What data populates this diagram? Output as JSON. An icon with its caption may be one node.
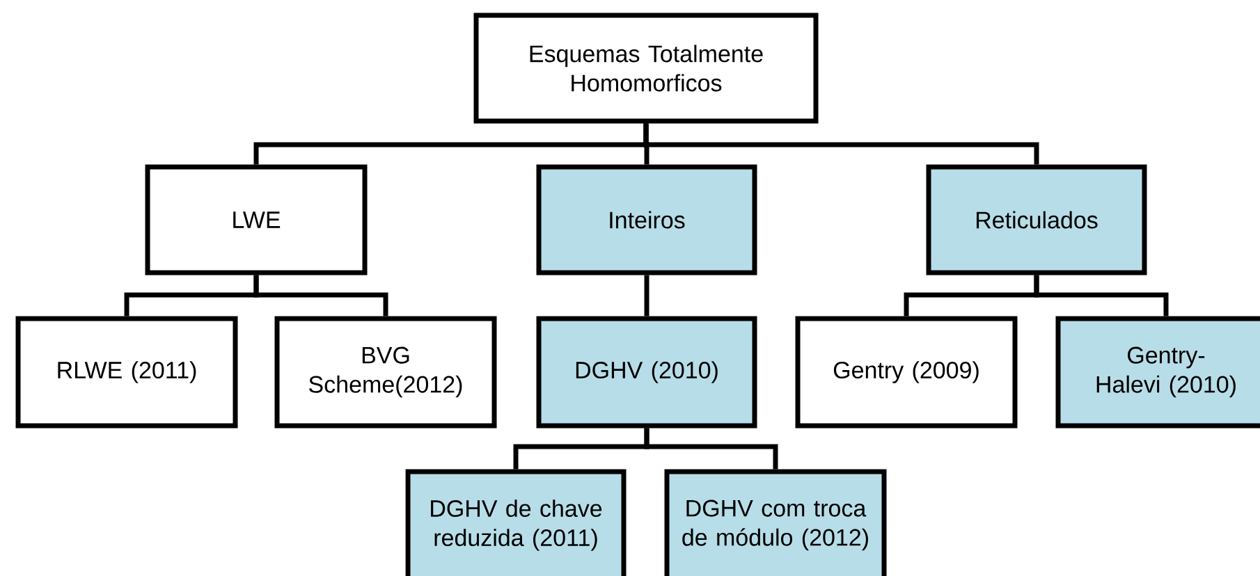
{
  "diagram": {
    "nodes": [
      {
        "text": [
          "Esquemas Totalmente Homomorficos"
        ]
      },
      {
        "text": [
          "LWE"
        ]
      },
      {
        "text": [
          "Inteiros"
        ]
      },
      {
        "text": [
          "Reticulados"
        ]
      },
      {
        "text": [
          "RLWE (2011)"
        ]
      },
      {
        "text": [
          "BVG Scheme(2012)"
        ]
      },
      {
        "text": [
          "DGHV (2010)"
        ]
      },
      {
        "text": [
          "Gentry (2009)"
        ]
      },
      {
        "text": [
          "Gentry-Halevi (2010)"
        ]
      },
      {
        "text": [
          "DGHV de chave reduzida (2011)"
        ]
      },
      {
        "text": [
          "DGHV com troca de módulo (2012)"
        ]
      }
    ],
    "edges": [
      {
        "from": 0,
        "to": 1,
        "arrow": "none"
      },
      {
        "from": 0,
        "to": 2,
        "arrow": "none"
      },
      {
        "from": 0,
        "to": 3,
        "arrow": "none"
      },
      {
        "from": 1,
        "to": 4,
        "arrow": "none"
      },
      {
        "from": 1,
        "to": 5,
        "arrow": "none"
      },
      {
        "from": 2,
        "to": 6,
        "arrow": "none"
      },
      {
        "from": 3,
        "to": 7,
        "arrow": "none"
      },
      {
        "from": 3,
        "to": 8,
        "arrow": "none"
      },
      {
        "from": 6,
        "to": 9,
        "arrow": "none"
      },
      {
        "from": 6,
        "to": 10,
        "arrow": "none"
      }
    ]
  }
}
